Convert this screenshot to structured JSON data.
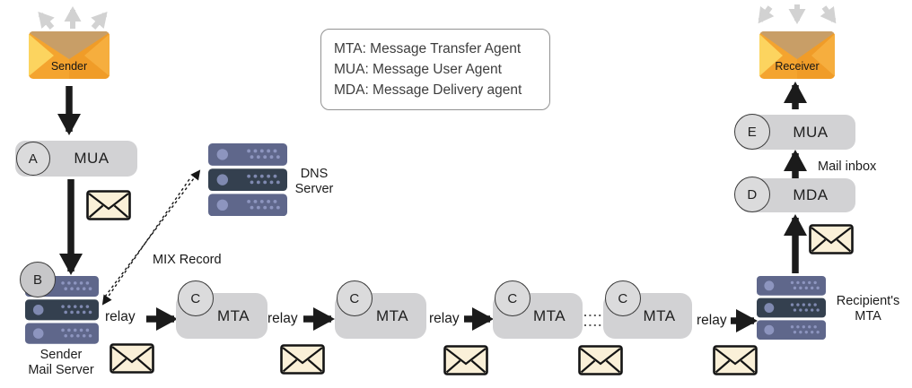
{
  "legend": {
    "lines": [
      "MTA: Message Transfer Agent",
      "MUA: Message User Agent",
      "MDA: Message Delivery agent"
    ]
  },
  "sender_envelope": {
    "label": "Sender"
  },
  "receiver_envelope": {
    "label": "Receiver"
  },
  "nodes": {
    "mua_a": {
      "badge": "A",
      "label": "MUA"
    },
    "mta1": {
      "badge": "C",
      "label": "MTA"
    },
    "mta2": {
      "badge": "C",
      "label": "MTA"
    },
    "mta3": {
      "badge": "C",
      "label": "MTA"
    },
    "mta4": {
      "badge": "C",
      "label": "MTA"
    },
    "mda_d": {
      "badge": "D",
      "label": "MDA"
    },
    "mua_e": {
      "badge": "E",
      "label": "MUA"
    }
  },
  "servers": {
    "dns": {
      "line1": "DNS",
      "line2": "Server"
    },
    "sender": {
      "badge": "B",
      "line1": "Sender",
      "line2": "Mail Server"
    },
    "recipient": {
      "line1": "Recipient's",
      "line2": "MTA"
    }
  },
  "labels": {
    "relay1": "relay",
    "relay2": "relay",
    "relay3": "relay",
    "relay4": "relay",
    "mix_record": "MIX Record",
    "mail_inbox": "Mail inbox"
  },
  "colors": {
    "node_gray": "#d2d2d4",
    "badge_gray": "#dbdbdc",
    "badge_b_gray": "#c7c7c9",
    "server_body": "#5f678b",
    "server_dark": "#34404f",
    "server_dots": "#8d95bf",
    "envelope_cream": "#faf0d8",
    "mail_orange": "#f4a42f",
    "mail_yellow": "#fcd45f",
    "mail_flap_tan": "#c89e67",
    "arrow_black": "#1b1b1b",
    "arrow_gray": "#d2d2d2"
  }
}
